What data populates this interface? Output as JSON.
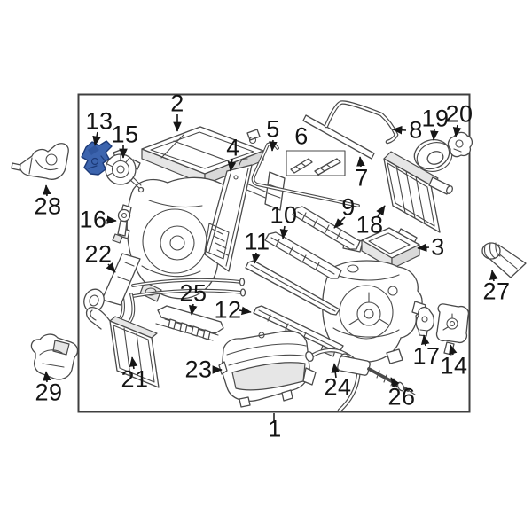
{
  "diagram": {
    "kind": "exploded-parts-diagram",
    "subject": "HVAC heater and evaporator assembly",
    "highlighted_part": "13",
    "colors": {
      "background": "#ffffff",
      "line": "#4a4a4a",
      "border": "#3f3f3f",
      "label_text": "#141414",
      "highlight_fill": "#3c64ae",
      "highlight_outline": "#1c3a78"
    },
    "labels": [
      "1",
      "2",
      "3",
      "4",
      "5",
      "6",
      "7",
      "8",
      "9",
      "10",
      "11",
      "12",
      "13",
      "14",
      "15",
      "16",
      "17",
      "18",
      "19",
      "20",
      "21",
      "22",
      "23",
      "24",
      "25",
      "26",
      "27",
      "28",
      "29"
    ]
  }
}
